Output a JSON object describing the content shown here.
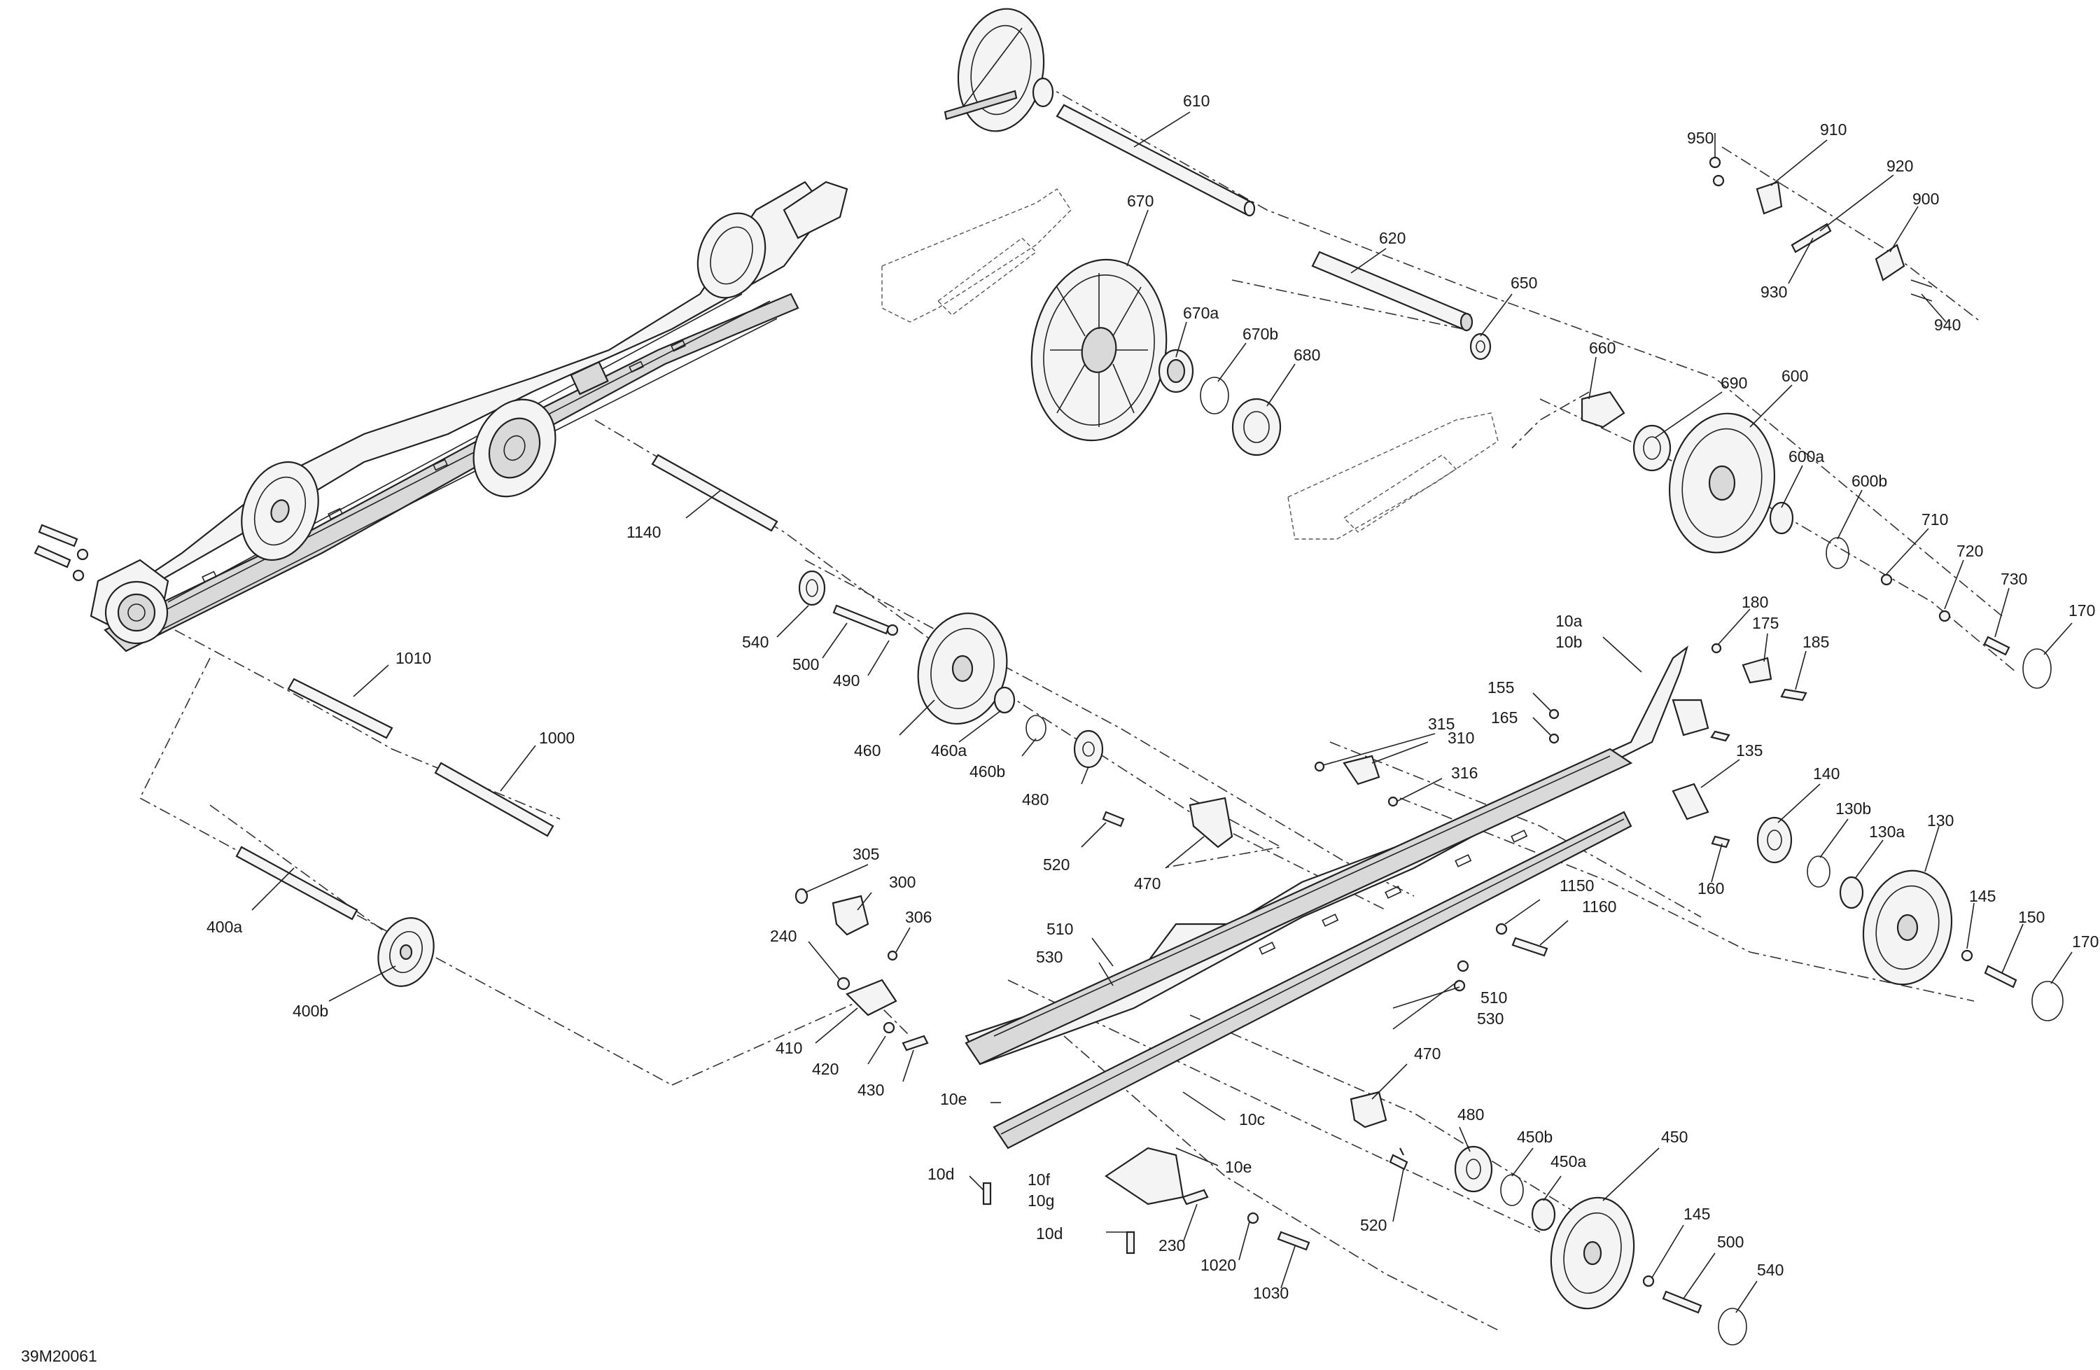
{
  "figure_code": "39M20061",
  "labels": {
    "l610": "610",
    "l620": "620",
    "l650": "650",
    "l670": "670",
    "l670a": "670a",
    "l670b": "670b",
    "l680": "680",
    "l660": "660",
    "l690": "690",
    "l600": "600",
    "l600a": "600a",
    "l600b": "600b",
    "l710": "710",
    "l720": "720",
    "l730": "730",
    "l170a": "170",
    "l170b": "170",
    "l950": "950",
    "l910": "910",
    "l920": "920",
    "l900": "900",
    "l930": "930",
    "l940": "940",
    "l1140": "1140",
    "l1010": "1010",
    "l1000": "1000",
    "l400a": "400a",
    "l400b": "400b",
    "l540a": "540",
    "l500a": "500",
    "l490": "490",
    "l460": "460",
    "l460a": "460a",
    "l460b": "460b",
    "l480a": "480",
    "l520a": "520",
    "l470a": "470",
    "l305": "305",
    "l300": "300",
    "l306": "306",
    "l240": "240",
    "l410": "410",
    "l420": "420",
    "l430": "430",
    "l510a": "510",
    "l530a": "530",
    "l510b": "510",
    "l530b": "530",
    "l1150": "1150",
    "l1160": "1160",
    "l10a": "10a",
    "l10b": "10b",
    "l155": "155",
    "l165": "165",
    "l315": "315",
    "l310": "310",
    "l316": "316",
    "l180": "180",
    "l175": "175",
    "l185": "185",
    "l135": "135",
    "l140": "140",
    "l130b": "130b",
    "l130a": "130a",
    "l130": "130",
    "l160": "160",
    "l145a": "145",
    "l150": "150",
    "l470b": "470",
    "l10c": "10c",
    "l10e1": "10e",
    "l10e2": "10e",
    "l10d1": "10d",
    "l10f": "10f",
    "l10g": "10g",
    "l10d2": "10d",
    "l230": "230",
    "l1020": "1020",
    "l1030": "1030",
    "l520b": "520",
    "l480b": "480",
    "l450b": "450b",
    "l450a": "450a",
    "l450": "450",
    "l145b": "145",
    "l500b": "500",
    "l540b": "540"
  }
}
